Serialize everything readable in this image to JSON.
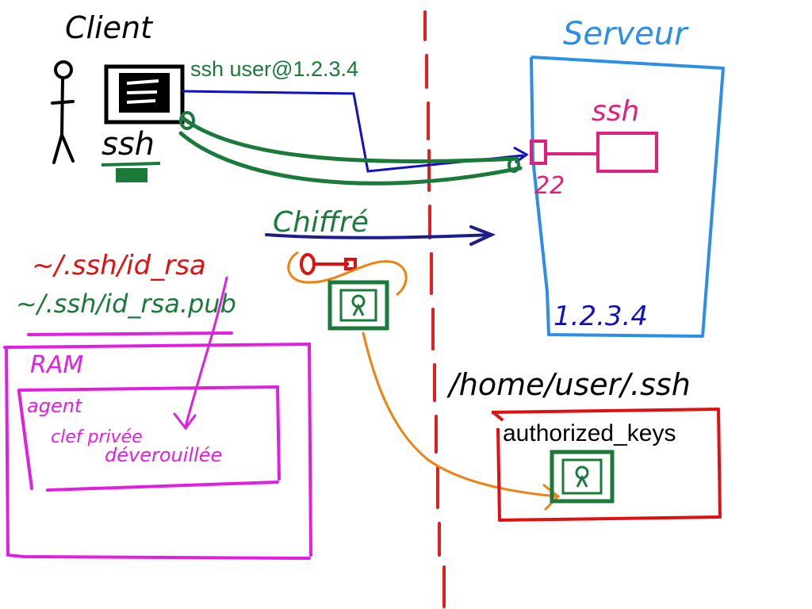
{
  "client": {
    "label": "Client",
    "program": "ssh"
  },
  "server": {
    "label": "Serveur",
    "address": "1.2.3.4",
    "program": "ssh",
    "port": "22"
  },
  "command": "ssh user@1.2.3.4",
  "tunnel_label": "Chiffré",
  "keys": {
    "private_path": "~/.ssh/id_rsa",
    "public_path": "~/.ssh/id_rsa.pub"
  },
  "ram": {
    "label": "RAM",
    "agent_label": "agent",
    "agent_content_line1": "clef privée",
    "agent_content_line2": "déverouillée"
  },
  "remote": {
    "dir_path": "/home/user/.ssh",
    "file_name": "authorized_keys"
  },
  "colors": {
    "client": "#000000",
    "server": "#2b8fe8",
    "command": "#1a7a3a",
    "tunnel": "#1a7a3a",
    "blue_line": "#1010c8",
    "private_key": "#e01010",
    "public_key": "#1a7a3a",
    "ram": "#e020e0",
    "orange": "#f08010",
    "ssh_server": "#e0207a",
    "divider": "#e02020",
    "authorized_box": "#e01010"
  }
}
